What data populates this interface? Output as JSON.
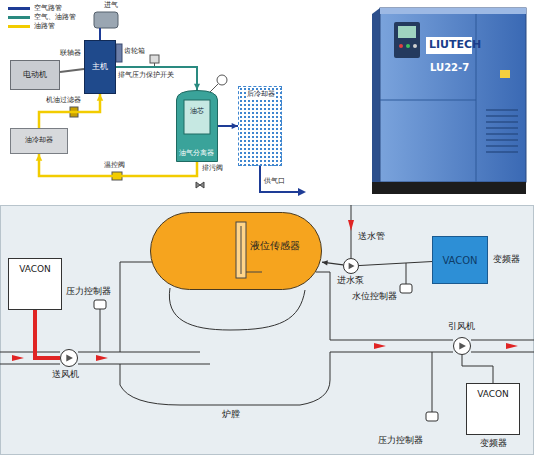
{
  "diagram": {
    "nodes": [
      {
        "text": [
          "电动机"
        ]
      },
      {
        "text": [
          "主机"
        ]
      },
      {
        "text": [
          "油芯",
          "油气分离器"
        ]
      },
      {
        "text": [
          "后冷却器"
        ]
      },
      {
        "text": [
          "油冷却器"
        ]
      },
      {
        "text": [
          "VACON"
        ]
      },
      {
        "text": [
          "液位传感器"
        ]
      },
      {
        "text": [
          "进水泵"
        ]
      },
      {
        "text": [
          "VACON",
          "变频器"
        ]
      },
      {
        "text": [
          "送风机"
        ]
      },
      {
        "text": [
          "引风机"
        ]
      },
      {
        "text": [
          "VACON",
          "变频器"
        ]
      }
    ],
    "edges": [
      {
        "from": 0,
        "to": 1,
        "arrow": "none"
      },
      {
        "from": 1,
        "to": 2,
        "arrow": "to"
      },
      {
        "from": 2,
        "to": 3,
        "arrow": "to"
      },
      {
        "from": 2,
        "to": 4,
        "arrow": "to"
      },
      {
        "from": 4,
        "to": 1,
        "arrow": "to"
      },
      {
        "from": 5,
        "to": 9,
        "arrow": "none"
      },
      {
        "from": 8,
        "to": 7,
        "arrow": "none"
      },
      {
        "from": 7,
        "to": 6,
        "arrow": "to"
      },
      {
        "from": 11,
        "to": 10,
        "arrow": "none"
      }
    ],
    "labels": [
      "进气",
      "联轴器",
      "齿轮箱",
      "排气压力保护开关",
      "机油过滤器",
      "温控阀",
      "排污阀",
      "供气口",
      "LIUTECH",
      "LU22-7",
      "压力控制器",
      "送水管",
      "水位控制器",
      "炉膛",
      "压力控制器"
    ],
    "legend": [
      {
        "text": "空气路管",
        "color": "#1e3c96"
      },
      {
        "text": "空气、油路管",
        "color": "#2a8a80"
      },
      {
        "text": "油路管",
        "color": "#f2cc00"
      }
    ]
  }
}
